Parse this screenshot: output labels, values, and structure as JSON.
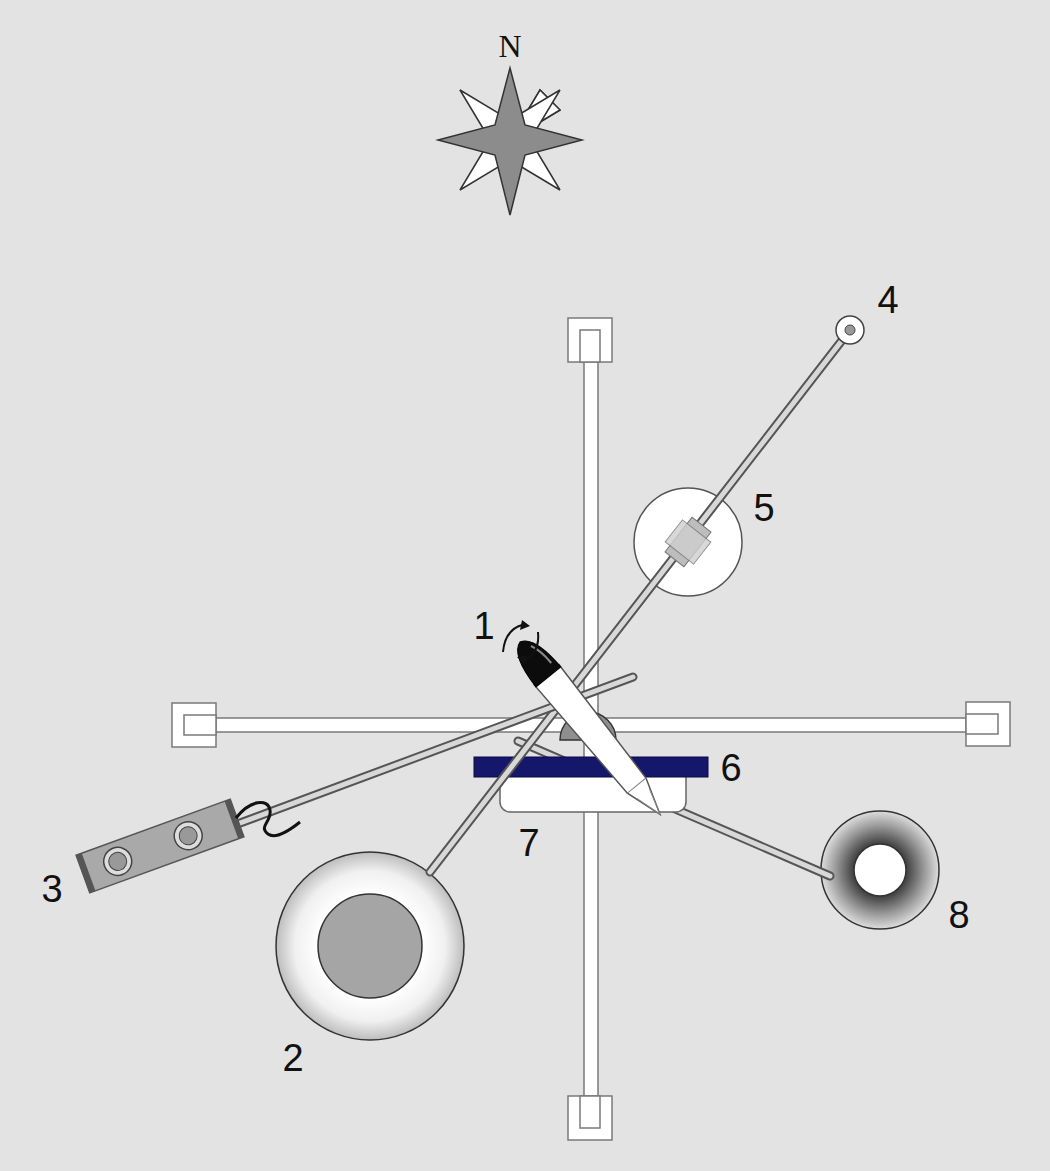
{
  "diagram": {
    "labels": [
      "N",
      "4",
      "5",
      "1",
      "6",
      "3",
      "7",
      "2",
      "8"
    ]
  }
}
